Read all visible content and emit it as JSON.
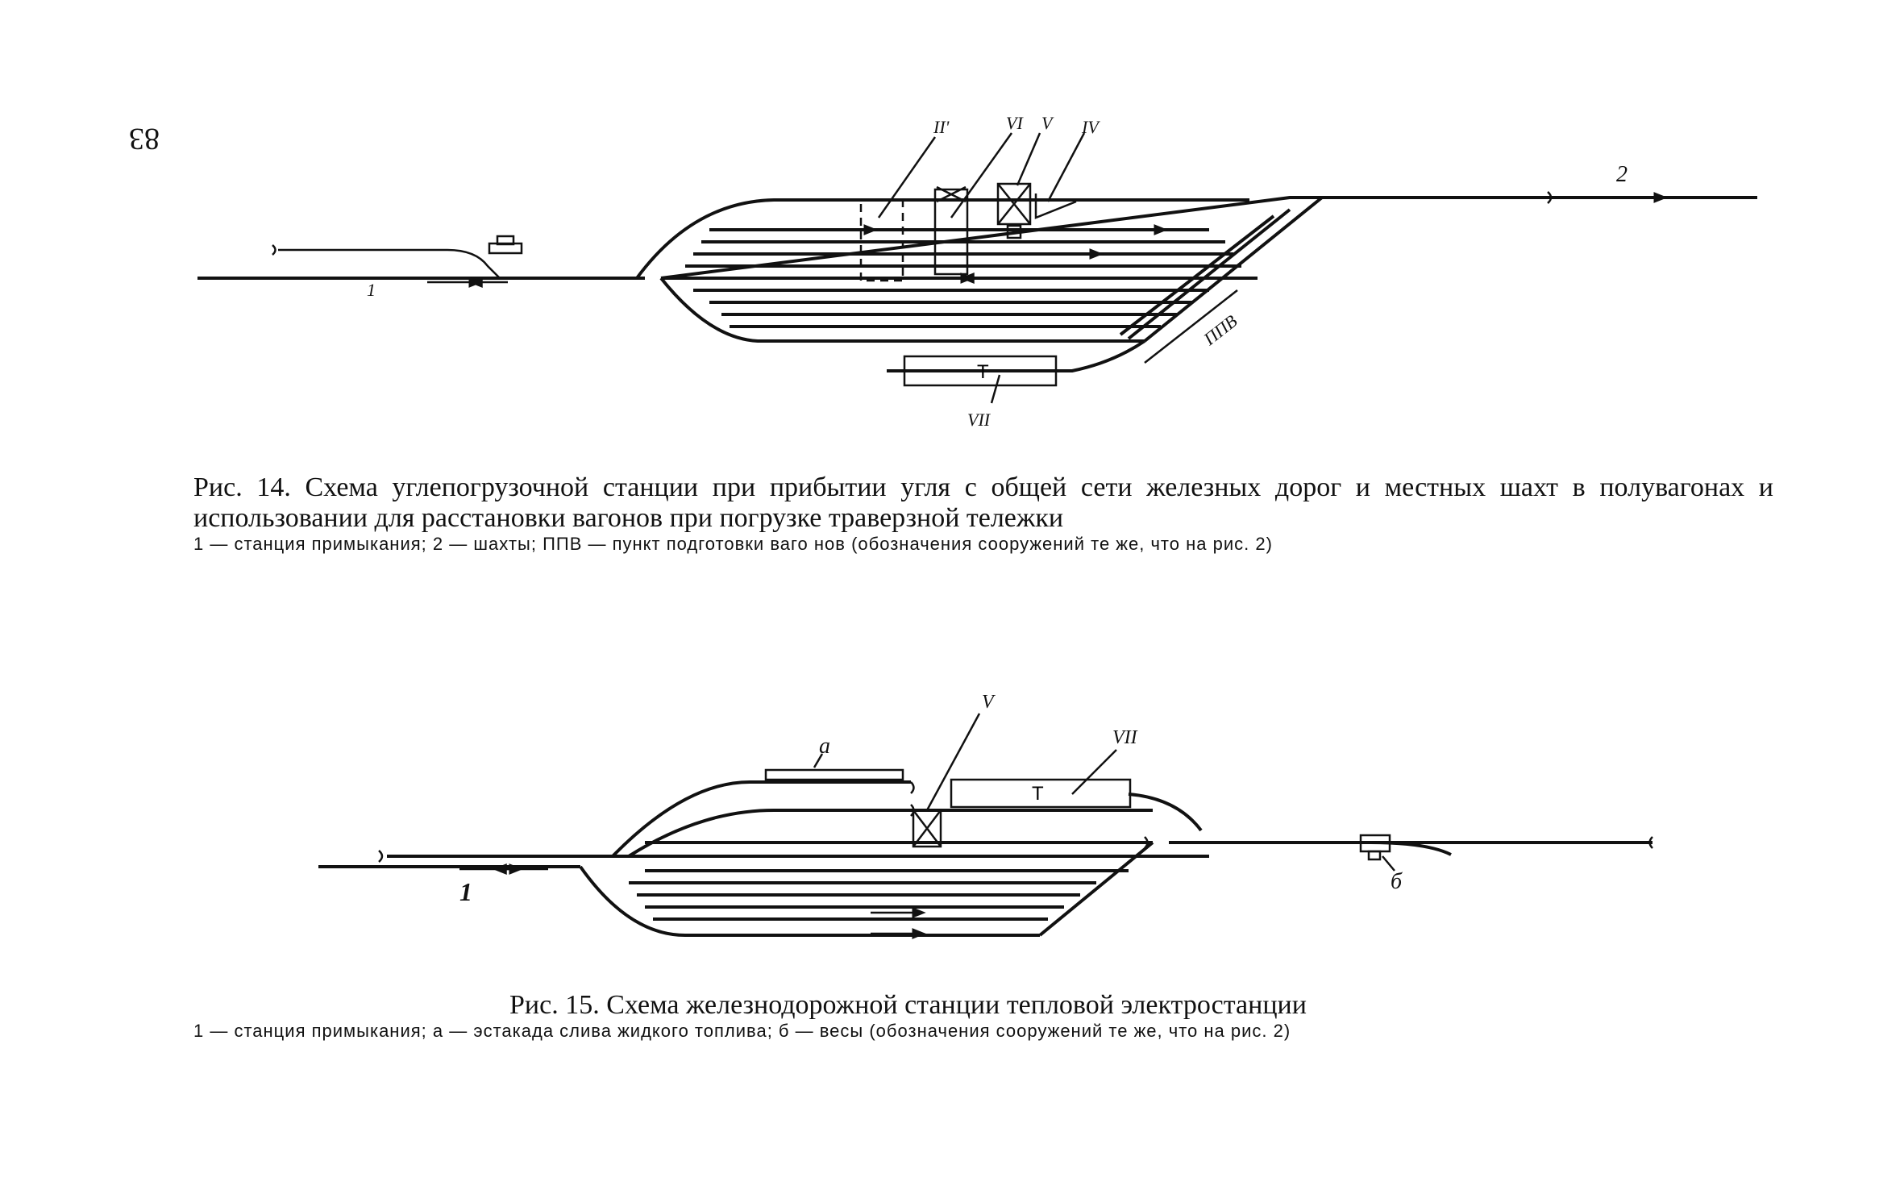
{
  "page_number": "83",
  "figure14": {
    "labels": {
      "station": "1",
      "mine": "2",
      "ppv": "ППВ",
      "t": "Т",
      "roman_II_prime": "II'",
      "roman_VI": "VI",
      "roman_V": "V",
      "roman_IV": "IV",
      "roman_VII": "VII"
    },
    "caption_title": "Рис. 14. Схема углепогрузочной станции при прибытии угля с общей сети железных дорог и местных шахт в полувагонах и использовании для расстановки вагонов при погрузке траверзной тележки",
    "caption_legend": "1 — станция примыкания; 2 — шахты; ППВ — пункт подготовки ваго нов (обозначения сооружений те же, что на рис. 2)"
  },
  "figure15": {
    "labels": {
      "station": "1",
      "a": "а",
      "b": "б",
      "t": "Т",
      "roman_V": "V",
      "roman_VII": "VII"
    },
    "caption_title": "Рис. 15. Схема железнодорожной станции тепловой электростанции",
    "caption_legend": "1 — станция примыкания; а — эстакада слива жидкого топлива; б — весы (обозначения сооружений те же, что на рис. 2)"
  }
}
